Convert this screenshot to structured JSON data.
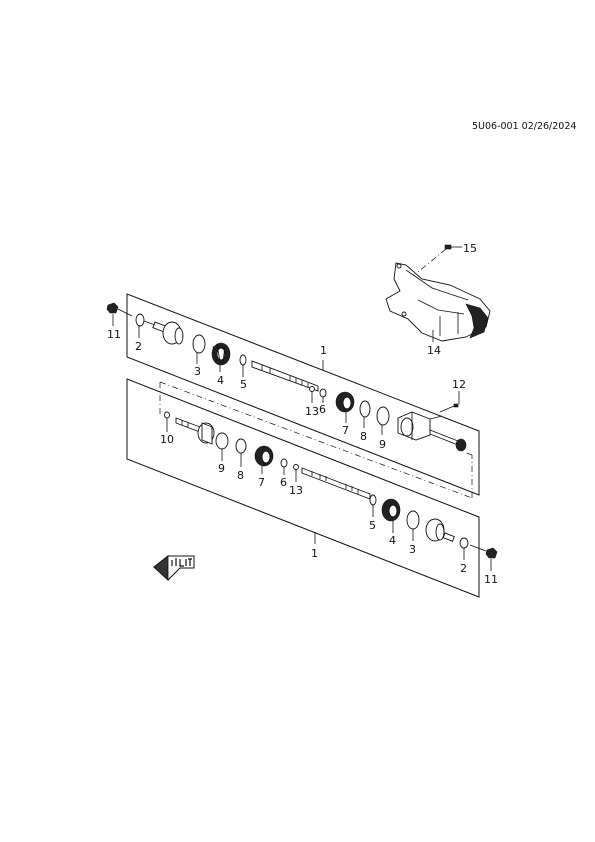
{
  "document": {
    "id_text": "5U06-001 02/26/2024"
  },
  "labels": {
    "upper": {
      "l1": "1",
      "l2": "2",
      "l3": "3",
      "l4": "4",
      "l5": "5",
      "l6": "6",
      "l7": "7",
      "l8": "8",
      "l9": "9",
      "l11": "11",
      "l12": "12",
      "l13": "13"
    },
    "lower": {
      "l1": "1",
      "l2": "2",
      "l3": "3",
      "l4": "4",
      "l5": "5",
      "l6": "6",
      "l7": "7",
      "l8": "8",
      "l9": "9",
      "l10": "10",
      "l11": "11",
      "l13": "13"
    },
    "bracket": {
      "l14": "14",
      "l15": "15"
    }
  }
}
